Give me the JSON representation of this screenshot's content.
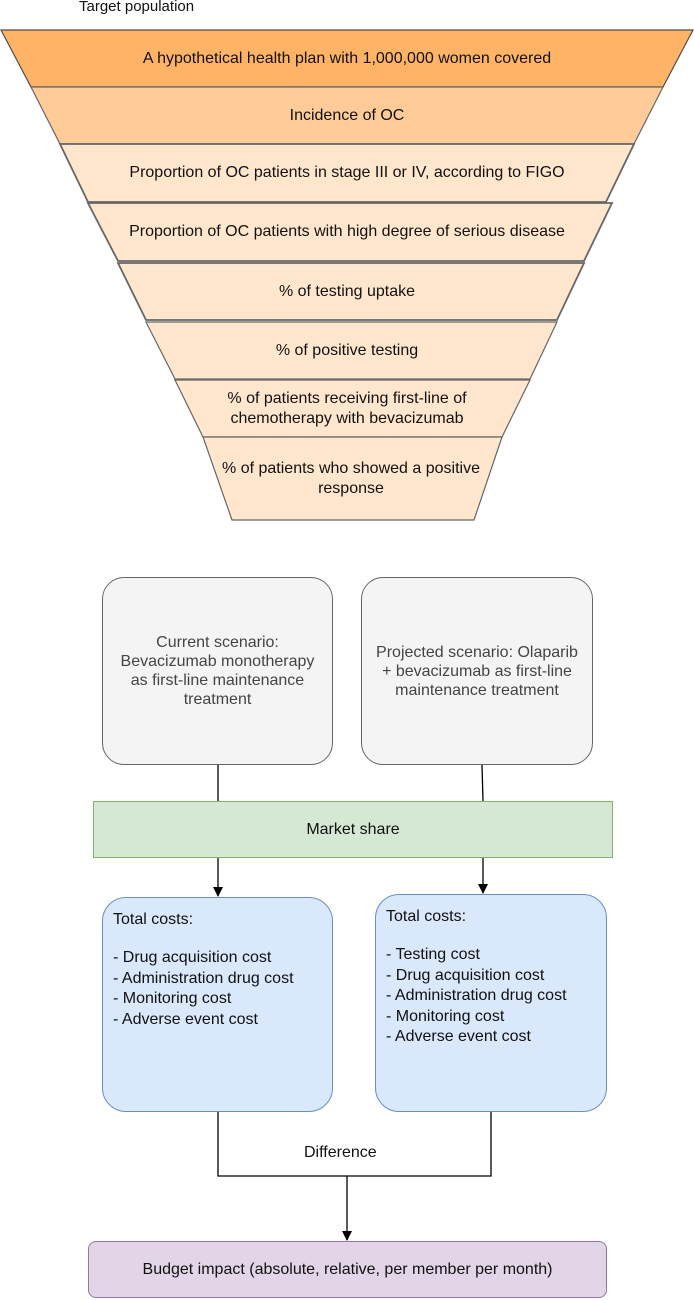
{
  "diagram": {
    "target_label": "Target population",
    "funnel": [
      {
        "text": "A hypothetical health plan with 1,000,000 women covered",
        "fill": "#ffb366"
      },
      {
        "text": "Incidence of OC",
        "fill": "#ffcc99"
      },
      {
        "text": "Proportion of OC patients in stage III or IV, according to FIGO",
        "fill": "#ffe6cc"
      },
      {
        "text": "Proportion of OC patients with high degree of serious disease",
        "fill": "#ffe6cc"
      },
      {
        "text": "% of testing uptake",
        "fill": "#ffe6cc"
      },
      {
        "text": "% of positive testing",
        "fill": "#ffe6cc"
      },
      {
        "text": "% of patients receiving first-line of chemotherapy with bevacizumab",
        "fill": "#ffe6cc"
      },
      {
        "text": "% of patients who showed a positive response",
        "fill": "#ffe6cc"
      }
    ],
    "scenario_current": "Current scenario: Bevacizumab monotherapy as first-line maintenance treatment",
    "scenario_projected": "Projected scenario: Olaparib + bevacizumab as first-line maintenance treatment",
    "market_share": "Market share",
    "costs_left": {
      "title": "Total costs:",
      "items": [
        "- Drug acquisition cost",
        "- Administration drug cost",
        "- Monitoring cost",
        "- Adverse event cost"
      ]
    },
    "costs_right": {
      "title": "Total costs:",
      "items": [
        "- Testing cost",
        "- Drug acquisition cost",
        "- Administration drug cost",
        "- Monitoring cost",
        "- Adverse event cost"
      ]
    },
    "difference": "Difference",
    "budget_impact": "Budget impact (absolute, relative, per member per month)"
  }
}
